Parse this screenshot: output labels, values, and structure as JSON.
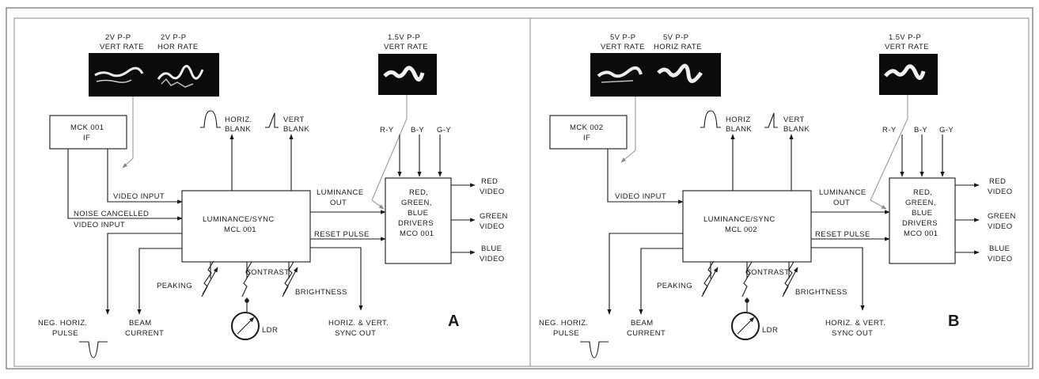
{
  "panels": [
    {
      "letter": "A",
      "scope_left": {
        "line1": "2V P-P",
        "line2": "VERT RATE"
      },
      "scope_mid": {
        "line1": "2V P-P",
        "line2": "HOR RATE"
      },
      "scope_right": {
        "line1": "1.5V P-P",
        "line2": "VERT RATE"
      },
      "if_block": {
        "line1": "MCK 001",
        "line2": "IF"
      },
      "horiz_blank": {
        "line1": "HORIZ.",
        "line2": "BLANK"
      },
      "vert_blank": {
        "line1": "VERT",
        "line2": "BLANK"
      },
      "video_input": "VIDEO INPUT",
      "noise_cancelled": {
        "line1": "NOISE CANCELLED",
        "line2": "VIDEO INPUT"
      },
      "lum_block": {
        "line1": "LUMINANCE/SYNC",
        "line2": "MCL 001"
      },
      "luminance_out": {
        "line1": "LUMINANCE",
        "line2": "OUT"
      },
      "reset_pulse": "RESET PULSE",
      "rgb_block": {
        "line1": "RED,",
        "line2": "GREEN,",
        "line3": "BLUE",
        "line4": "DRIVERS",
        "line5": "MCO 001"
      },
      "ry": "R-Y",
      "by": "B-Y",
      "gy": "G-Y",
      "red_video": {
        "line1": "RED",
        "line2": "VIDEO"
      },
      "green_video": {
        "line1": "GREEN",
        "line2": "VIDEO"
      },
      "blue_video": {
        "line1": "BLUE",
        "line2": "VIDEO"
      },
      "peaking": "PEAKING",
      "contrast": "CONTRAST",
      "brightness": "BRIGHTNESS",
      "ldr": "LDR",
      "neg_horiz": {
        "line1": "NEG. HORIZ.",
        "line2": "PULSE"
      },
      "beam_current": {
        "line1": "BEAM",
        "line2": "CURRENT"
      },
      "sync_out": {
        "line1": "HORIZ. & VERT.",
        "line2": "SYNC OUT"
      }
    },
    {
      "letter": "B",
      "scope_left": {
        "line1": "5V P-P",
        "line2": "VERT RATE"
      },
      "scope_mid": {
        "line1": "5V P-P",
        "line2": "HORIZ RATE"
      },
      "scope_right": {
        "line1": "1.5V P-P",
        "line2": "VERT RATE"
      },
      "if_block": {
        "line1": "MCK 002",
        "line2": "IF"
      },
      "horiz_blank": {
        "line1": "HORIZ",
        "line2": "BLANK"
      },
      "vert_blank": {
        "line1": "VERT",
        "line2": "BLANK"
      },
      "video_input": "VIDEO INPUT",
      "lum_block": {
        "line1": "LUMINANCE/SYNC",
        "line2": "MCL 002"
      },
      "luminance_out": {
        "line1": "LUMINANCE",
        "line2": "OUT"
      },
      "reset_pulse": "RESET PULSE",
      "rgb_block": {
        "line1": "RED,",
        "line2": "GREEN,",
        "line3": "BLUE",
        "line4": "DRIVERS",
        "line5": "MCO 001"
      },
      "ry": "R-Y",
      "by": "B-Y",
      "gy": "G-Y",
      "red_video": {
        "line1": "RED",
        "line2": "VIDEO"
      },
      "green_video": {
        "line1": "GREEN",
        "line2": "VIDEO"
      },
      "blue_video": {
        "line1": "BLUE",
        "line2": "VIDEO"
      },
      "peaking": "PEAKING",
      "contrast": "CONTRAST",
      "brightness": "BRIGHTNESS",
      "ldr": "LDR",
      "neg_horiz": {
        "line1": "NEG. HORIZ.",
        "line2": "PULSE"
      },
      "beam_current": {
        "line1": "BEAM",
        "line2": "CURRENT"
      },
      "sync_out": {
        "line1": "HORIZ. & VERT.",
        "line2": "SYNC OUT"
      }
    }
  ],
  "colors": {
    "ink": "#1a1a1a",
    "frame": "#8a8a8a",
    "scope_bg": "#0b0b0b",
    "leader": "#9a9a9a"
  }
}
